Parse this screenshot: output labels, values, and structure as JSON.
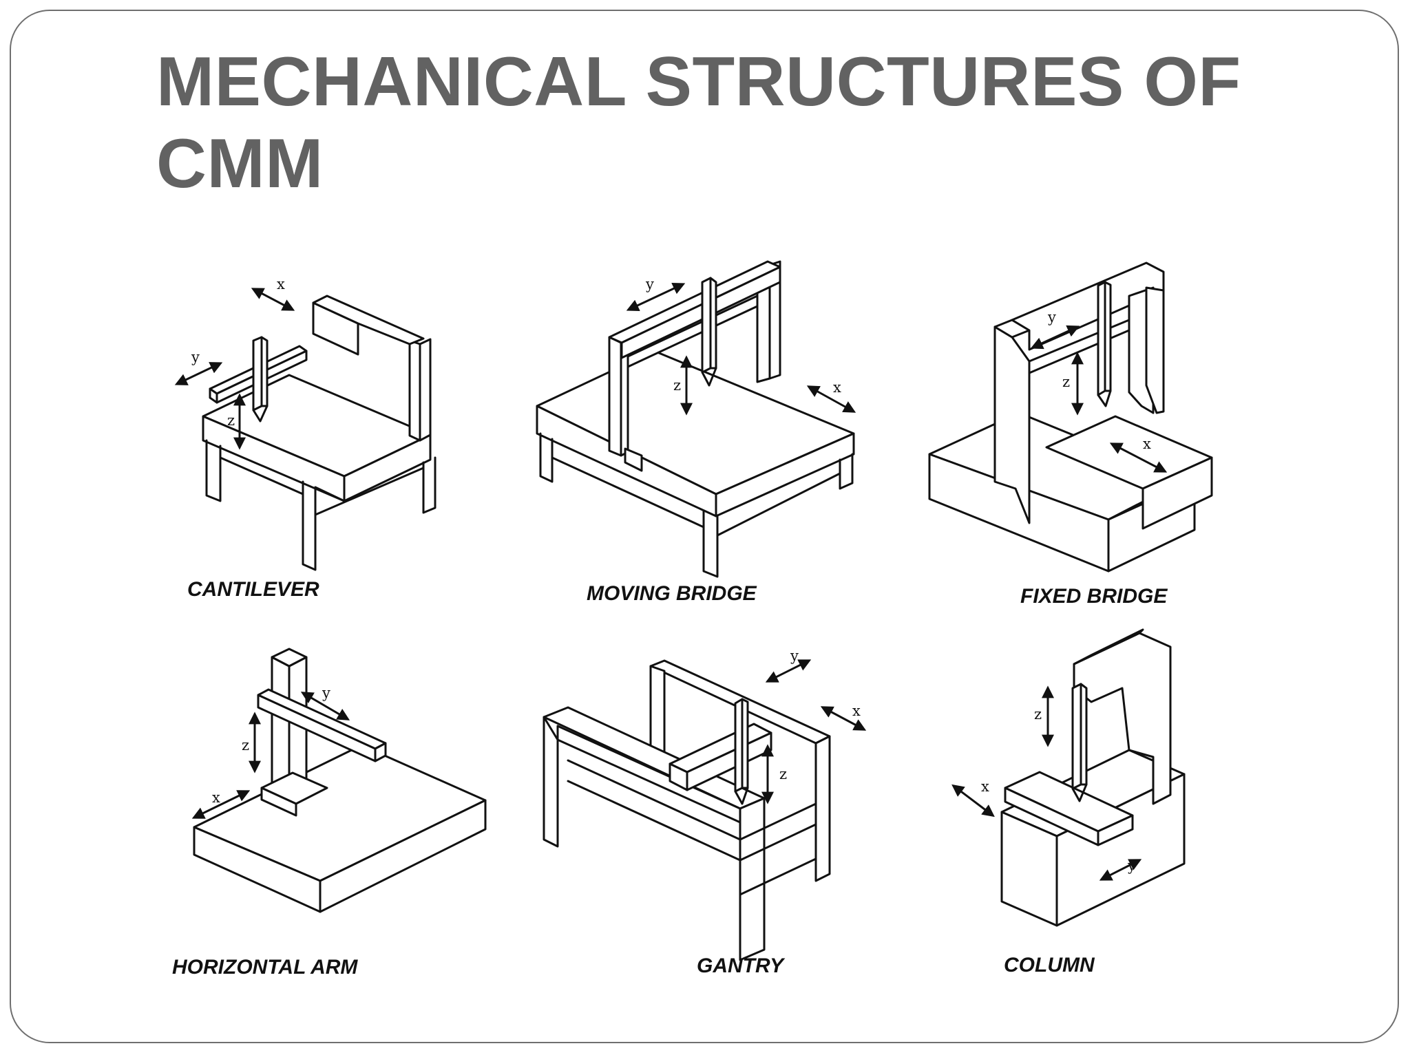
{
  "slide": {
    "title_line1": "MECHANICAL STRUCTURES OF",
    "title_line2": "CMM"
  },
  "figure": {
    "machines": [
      {
        "caption": "CANTILEVER",
        "axes": [
          "x",
          "y",
          "z"
        ]
      },
      {
        "caption": "MOVING BRIDGE",
        "axes": [
          "y",
          "z",
          "x"
        ]
      },
      {
        "caption": "FIXED BRIDGE",
        "axes": [
          "y",
          "z",
          "x"
        ]
      },
      {
        "caption": "HORIZONTAL ARM",
        "axes": [
          "y",
          "z",
          "x"
        ]
      },
      {
        "caption": "GANTRY",
        "axes": [
          "y",
          "x",
          "z"
        ]
      },
      {
        "caption": "COLUMN",
        "axes": [
          "z",
          "x",
          "y"
        ]
      }
    ]
  },
  "colors": {
    "title": "#626262",
    "frame_border": "#6f6f6f",
    "line_art": "#111111"
  }
}
